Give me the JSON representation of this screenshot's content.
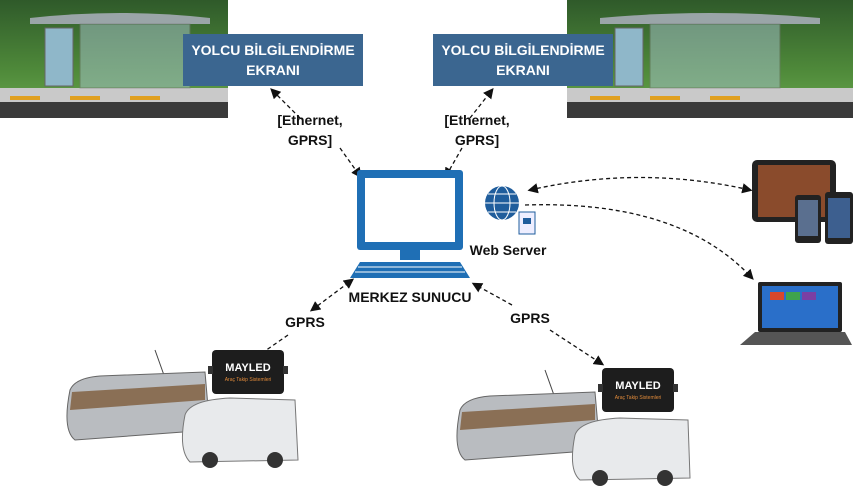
{
  "screens": [
    {
      "title_line1": "YOLCU BİLGİLENDİRME",
      "title_line2": "EKRANI",
      "link_line1": "[Ethernet,",
      "link_line2": "GPRS]"
    },
    {
      "title_line1": "YOLCU BİLGİLENDİRME",
      "title_line2": "EKRANI",
      "link_line1": "[Ethernet,",
      "link_line2": "GPRS]"
    }
  ],
  "center": {
    "label": "MERKEZ SUNUCU"
  },
  "web_server": {
    "label": "Web Server"
  },
  "vehicles": [
    {
      "link_label": "GPRS",
      "device_brand": "MAYLED",
      "device_subtitle": "Araç Takip Sistemleri"
    },
    {
      "link_label": "GPRS",
      "device_brand": "MAYLED",
      "device_subtitle": "Araç Takip Sistemleri"
    }
  ],
  "colors": {
    "box_blue": "#3b6690",
    "screen_blue": "#1f6fb5"
  }
}
